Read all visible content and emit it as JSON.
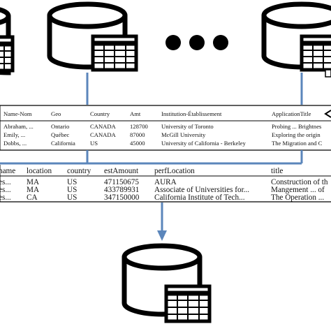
{
  "ellipsis_dots": 3,
  "colors": {
    "connector": "#5b86bb",
    "line": "#000000",
    "background": "#ffffff"
  },
  "top_table": {
    "headers": [
      "Name-Nom",
      "Geo",
      "Country",
      "Amt",
      "Institution-Établissement",
      "ApplicationTitle"
    ],
    "rows": [
      [
        "Abraham, ...",
        "Ontario",
        "CANADA",
        "128700",
        "University of Toronto",
        "Probing ... Brightnes"
      ],
      [
        "Emily, ...",
        "Québec",
        "CANADA",
        "87000",
        "McGill University",
        "Exploring the origin"
      ],
      [
        "Dobbs, ...",
        "California",
        "US",
        "45000",
        "University of California - Berkeley",
        "The Migration and C"
      ]
    ]
  },
  "bottom_table": {
    "headers": [
      "name",
      "location",
      "country",
      "estAmount",
      "perfLocation",
      "title"
    ],
    "rows": [
      [
        "es...",
        "MA",
        "US",
        "471150675",
        "AURA",
        "Construction of th"
      ],
      [
        "es...",
        "MA",
        "US",
        "433789931",
        "Associate of Universities for...",
        "Mangement ... of"
      ],
      [
        "es...",
        "CA",
        "US",
        "347150000",
        "California Institute of Tech...",
        "The Operation ..."
      ]
    ]
  }
}
